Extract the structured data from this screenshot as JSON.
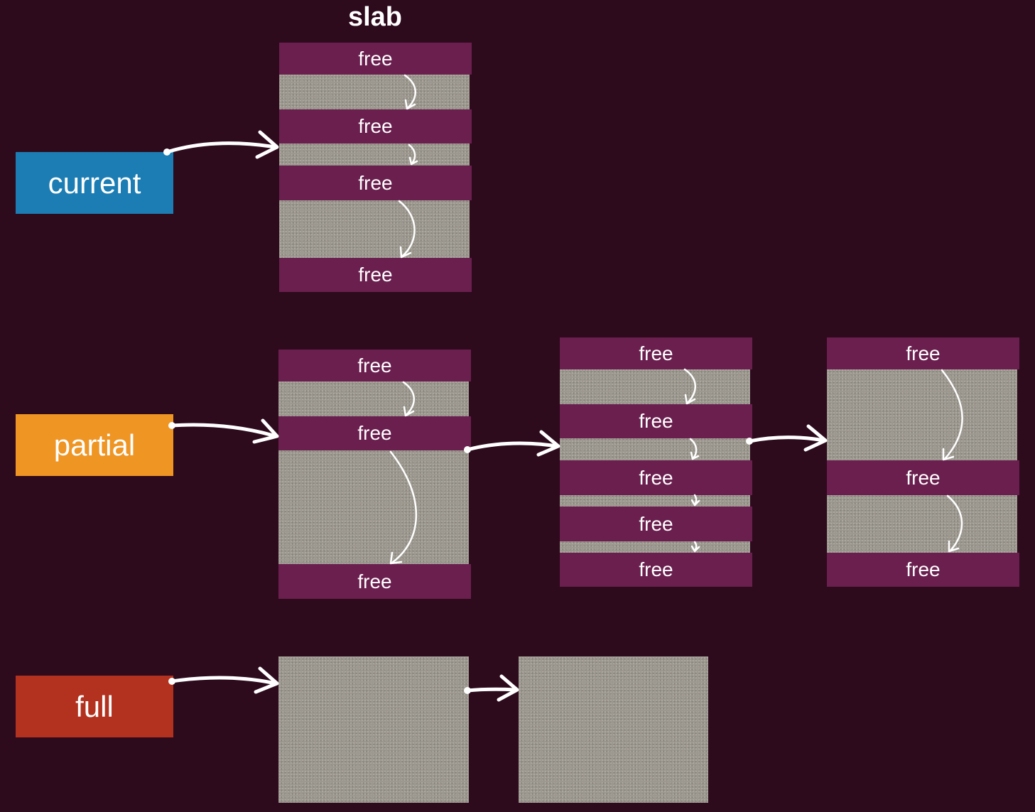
{
  "diagram": {
    "title": "slab",
    "lists": {
      "current": "current",
      "partial": "partial",
      "full": "full"
    },
    "free_label": "free",
    "colors": {
      "background": "#2d0a1c",
      "current": "#1b7db3",
      "partial": "#ee9523",
      "full": "#b2321f",
      "free_slot": "#6a1f4e",
      "used_slot": "#9c988f",
      "arrow": "#ffffff"
    }
  }
}
